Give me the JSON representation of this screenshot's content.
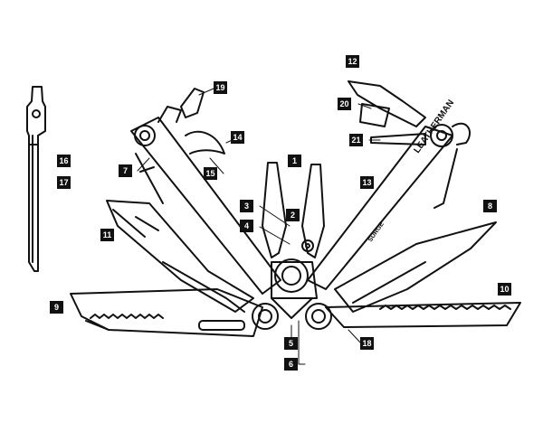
{
  "diagram": {
    "brand_text": "LEATHERMAN",
    "model_text": "SURGE",
    "callouts": [
      "1",
      "2",
      "3",
      "4",
      "5",
      "6",
      "7",
      "8",
      "9",
      "10",
      "11",
      "12",
      "13",
      "14",
      "15",
      "16",
      "17",
      "18",
      "19",
      "20",
      "21"
    ]
  }
}
